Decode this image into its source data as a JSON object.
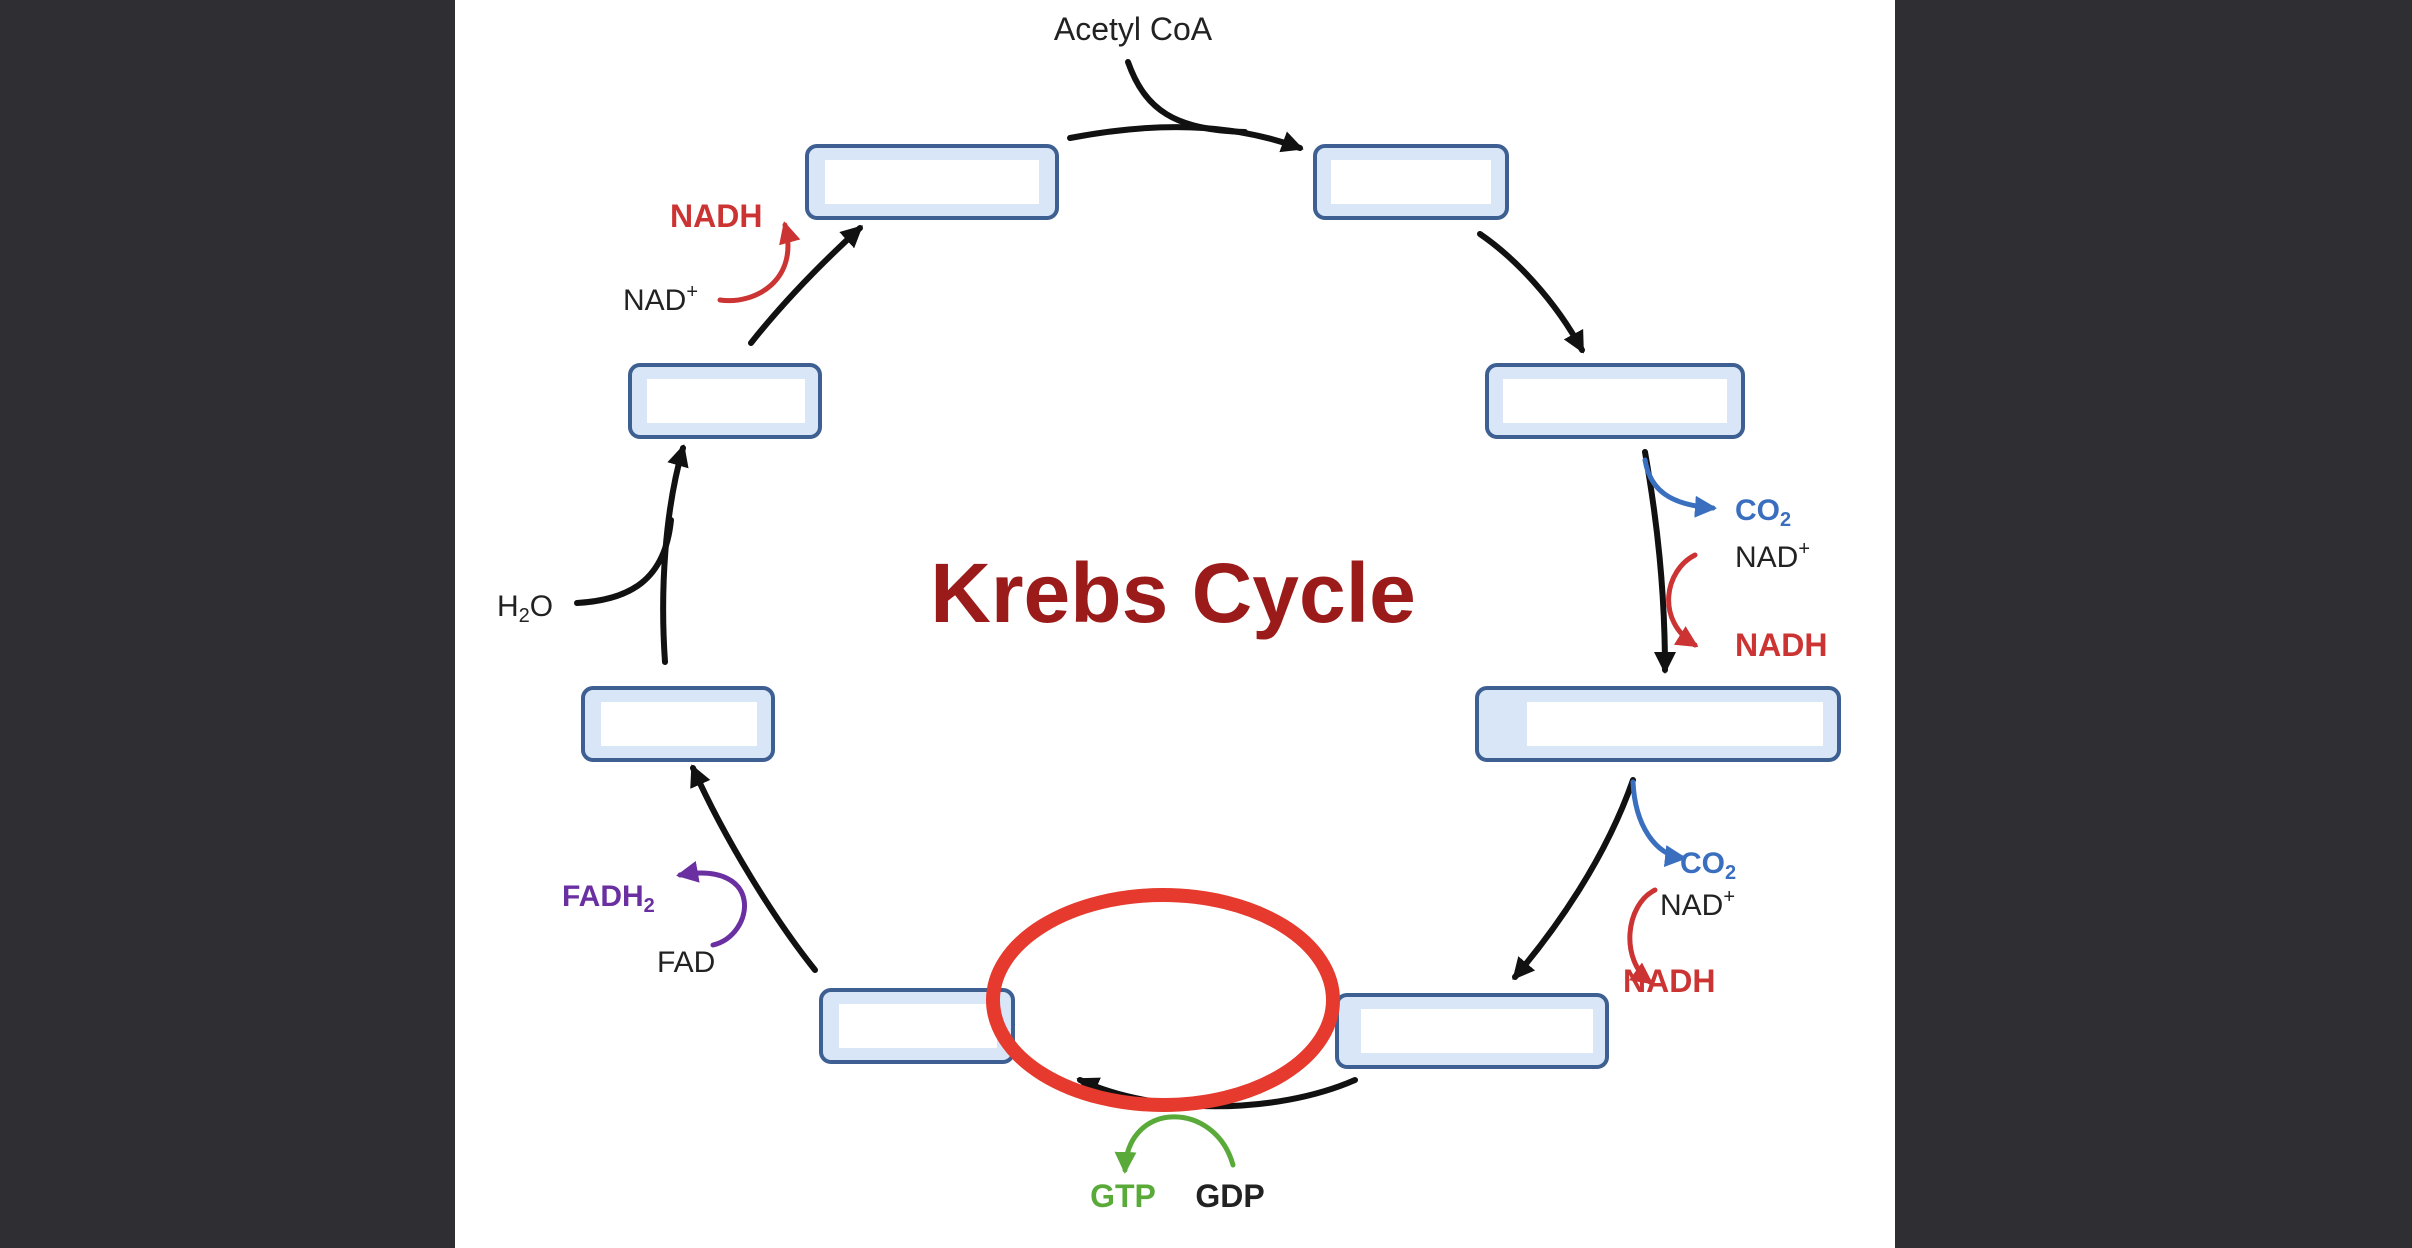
{
  "title": "Krebs Cycle",
  "colors": {
    "background": "#2e2e33",
    "canvas": "#ffffff",
    "title": "#9b1b1b",
    "arrow": "#111111",
    "nadh": "#cc3333",
    "co2": "#3a6fbf",
    "fadh2": "#6a2fa0",
    "gtp": "#5aaa3a",
    "box_border": "#3d5f91",
    "box_fill": "#d8e6f7",
    "highlight": "#e63a2e"
  },
  "labels": {
    "acetyl_coa": "Acetyl CoA",
    "co2_1": "CO2",
    "nad_1": "NAD+",
    "nadh_1": "NADH",
    "co2_2": "CO2",
    "nad_2": "NAD+",
    "nadh_2": "NADH",
    "gtp": "GTP",
    "gdp": "GDP",
    "fadh2": "FADH2",
    "fad": "FAD",
    "h2o": "H2O",
    "nad_3": "NAD+",
    "nadh_3": "NADH"
  },
  "boxes": [
    {
      "id": "citrate",
      "value": ""
    },
    {
      "id": "isocitrate",
      "value": ""
    },
    {
      "id": "alpha-ketoglutarate",
      "value": ""
    },
    {
      "id": "succinyl-coa",
      "value": ""
    },
    {
      "id": "succinate",
      "value": ""
    },
    {
      "id": "fumarate",
      "value": ""
    },
    {
      "id": "malate",
      "value": ""
    },
    {
      "id": "oxaloacetate",
      "value": ""
    },
    {
      "id": "hidden-intermediate",
      "value": ""
    }
  ]
}
